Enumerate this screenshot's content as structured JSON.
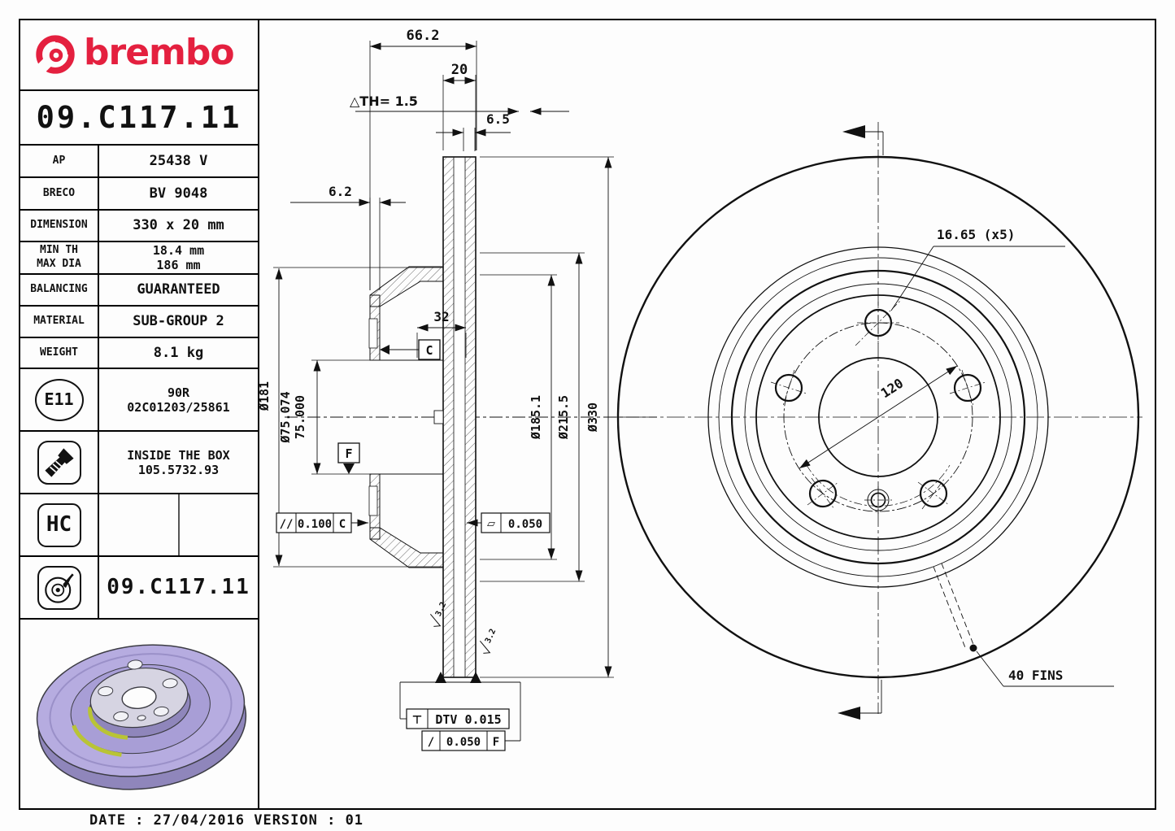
{
  "brand": {
    "name": "brembo"
  },
  "part_number": "09.C117.11",
  "title_block": {
    "rows": [
      {
        "label": "AP",
        "value": "25438 V"
      },
      {
        "label": "BRECO",
        "value": "BV 9048"
      },
      {
        "label": "DIMENSION",
        "value": "330 x 20 mm"
      },
      {
        "label_line1": "MIN TH",
        "label_line2": "MAX DIA",
        "value_line1": "18.4 mm",
        "value_line2": "186 mm"
      },
      {
        "label": "BALANCING",
        "value": "GUARANTEED"
      },
      {
        "label": "MATERIAL",
        "value": "SUB-GROUP 2"
      },
      {
        "label": "WEIGHT",
        "value": "8.1 kg"
      }
    ],
    "homologation": {
      "badge": "E11",
      "line1": "90R",
      "line2": "02C01203/25861"
    },
    "inside_the_box": {
      "line1": "INSIDE THE BOX",
      "line2": "105.5732.93"
    },
    "hc_badge": "HC",
    "part_number_row": "09.C117.11"
  },
  "footer": {
    "text": "DATE : 27/04/2016 VERSION : 01"
  },
  "section_view": {
    "dims": {
      "overall_width": "66.2",
      "disc_thickness": "20",
      "wear_limit": "△TH= 1.5",
      "plate_thickness": "6.5",
      "flange_thickness": "6.2",
      "hat_depth": "32",
      "hat_diameter": "Ø181",
      "bore_diameter_max": "Ø75.074",
      "bore_diameter_min": "75.000",
      "band_inner_diameter": "Ø185.1",
      "pad_sweep_diameter": "Ø215.5",
      "outer_diameter": "Ø330"
    },
    "tolerances": {
      "parallelism": {
        "symbol": "//",
        "value": "0.100",
        "datum": "C"
      },
      "flatness": {
        "symbol": "▱",
        "value": "0.050"
      },
      "dtv": {
        "symbol": "⊤",
        "value": "DTV 0.015"
      },
      "runout": {
        "symbol": "/",
        "value": "0.050",
        "datum": "F"
      }
    },
    "datums": {
      "c": "C",
      "f": "F"
    },
    "roughness": {
      "r1": "3.2",
      "r2": "3.2"
    }
  },
  "front_view": {
    "bolt_holes": "16.65 (x5)",
    "bolt_circle_diameter": "120",
    "fins": "40 FINS"
  },
  "colors": {
    "brand_red": "#e4203f",
    "disc_lavender": "#b6ace0",
    "accent_green": "#b9c435"
  }
}
